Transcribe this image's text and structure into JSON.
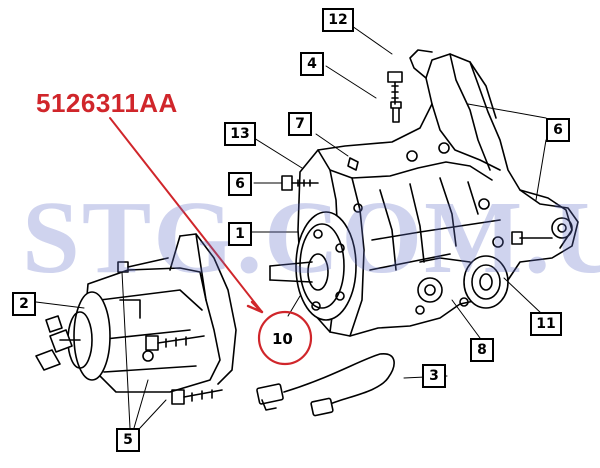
{
  "part_number": "5126311AA",
  "watermark": "STG.COM.UA",
  "callouts": {
    "c12": "12",
    "c4": "4",
    "c7": "7",
    "c13": "13",
    "c6a": "6",
    "c6b": "6",
    "c1": "1",
    "c2": "2",
    "c10": "10",
    "c3": "3",
    "c8": "8",
    "c11": "11",
    "c5": "5"
  },
  "colors": {
    "accent": "#d0262b",
    "watermark": "#5f6ec8",
    "line": "#000000"
  }
}
